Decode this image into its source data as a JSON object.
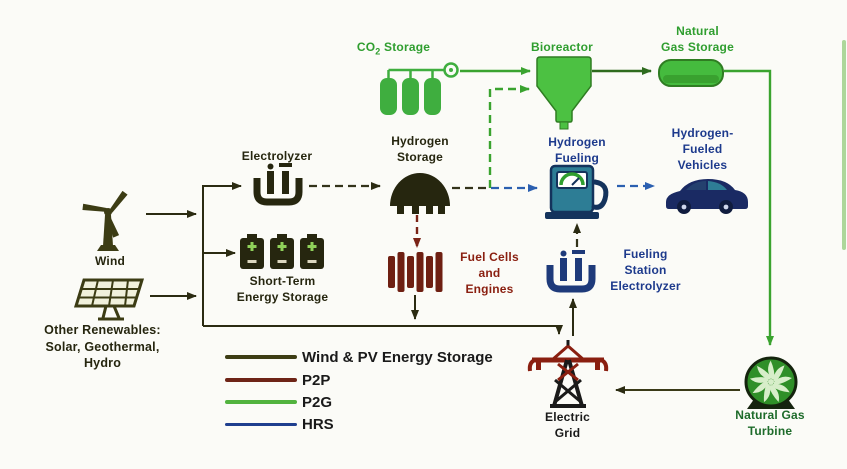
{
  "title": "Integrated renewable hydrogen and power-to-gas energy system diagram",
  "colors": {
    "wind_pv_line": "#3d3d14",
    "p2p_line": "#6e2417",
    "p2g_line": "#52b33e",
    "hrs_line": "#1f3f8f",
    "green_node_text": "#2f9e2f",
    "dark_node_text": "#26260f",
    "blue_node_text": "#1d3a8c",
    "red_node_text": "#8a1f10",
    "turbine_text": "#1d6b2a"
  },
  "nodes": {
    "co2_storage": {
      "prefix": "CO",
      "sub": "2",
      "suffix": " Storage"
    },
    "bioreactor": {
      "label": "Bioreactor"
    },
    "natural_gas_storage": {
      "lines": [
        "Natural",
        "Gas Storage"
      ]
    },
    "electrolyzer": {
      "label": "Electrolyzer"
    },
    "hydrogen_storage": {
      "lines": [
        "Hydrogen",
        "Storage"
      ]
    },
    "hydrogen_fueling": {
      "lines": [
        "Hydrogen",
        "Fueling"
      ]
    },
    "hydrogen_fueled_vehicles": {
      "lines": [
        "Hydrogen-",
        "Fueled",
        "Vehicles"
      ]
    },
    "wind": {
      "label": "Wind"
    },
    "other_renewables": {
      "lines": [
        "Other Renewables:",
        "Solar, Geothermal,",
        "Hydro"
      ]
    },
    "short_term_energy_storage": {
      "lines": [
        "Short-Term",
        "Energy Storage"
      ]
    },
    "fuel_cells_and_engines": {
      "lines": [
        "Fuel Cells",
        "and",
        "Engines"
      ]
    },
    "fueling_station_electrolyzer": {
      "lines": [
        "Fueling",
        "Station",
        "Electrolyzer"
      ]
    },
    "electric_grid": {
      "lines": [
        "Electric",
        "Grid"
      ]
    },
    "natural_gas_turbine": {
      "lines": [
        "Natural Gas",
        "Turbine"
      ]
    }
  },
  "legend": {
    "items": [
      {
        "label": "Wind & PV Energy Storage",
        "color": "#3d3d14"
      },
      {
        "label": "P2P",
        "color": "#6e2417"
      },
      {
        "label": "P2G",
        "color": "#52b33e"
      },
      {
        "label": "HRS",
        "color": "#1f3f8f"
      }
    ]
  }
}
